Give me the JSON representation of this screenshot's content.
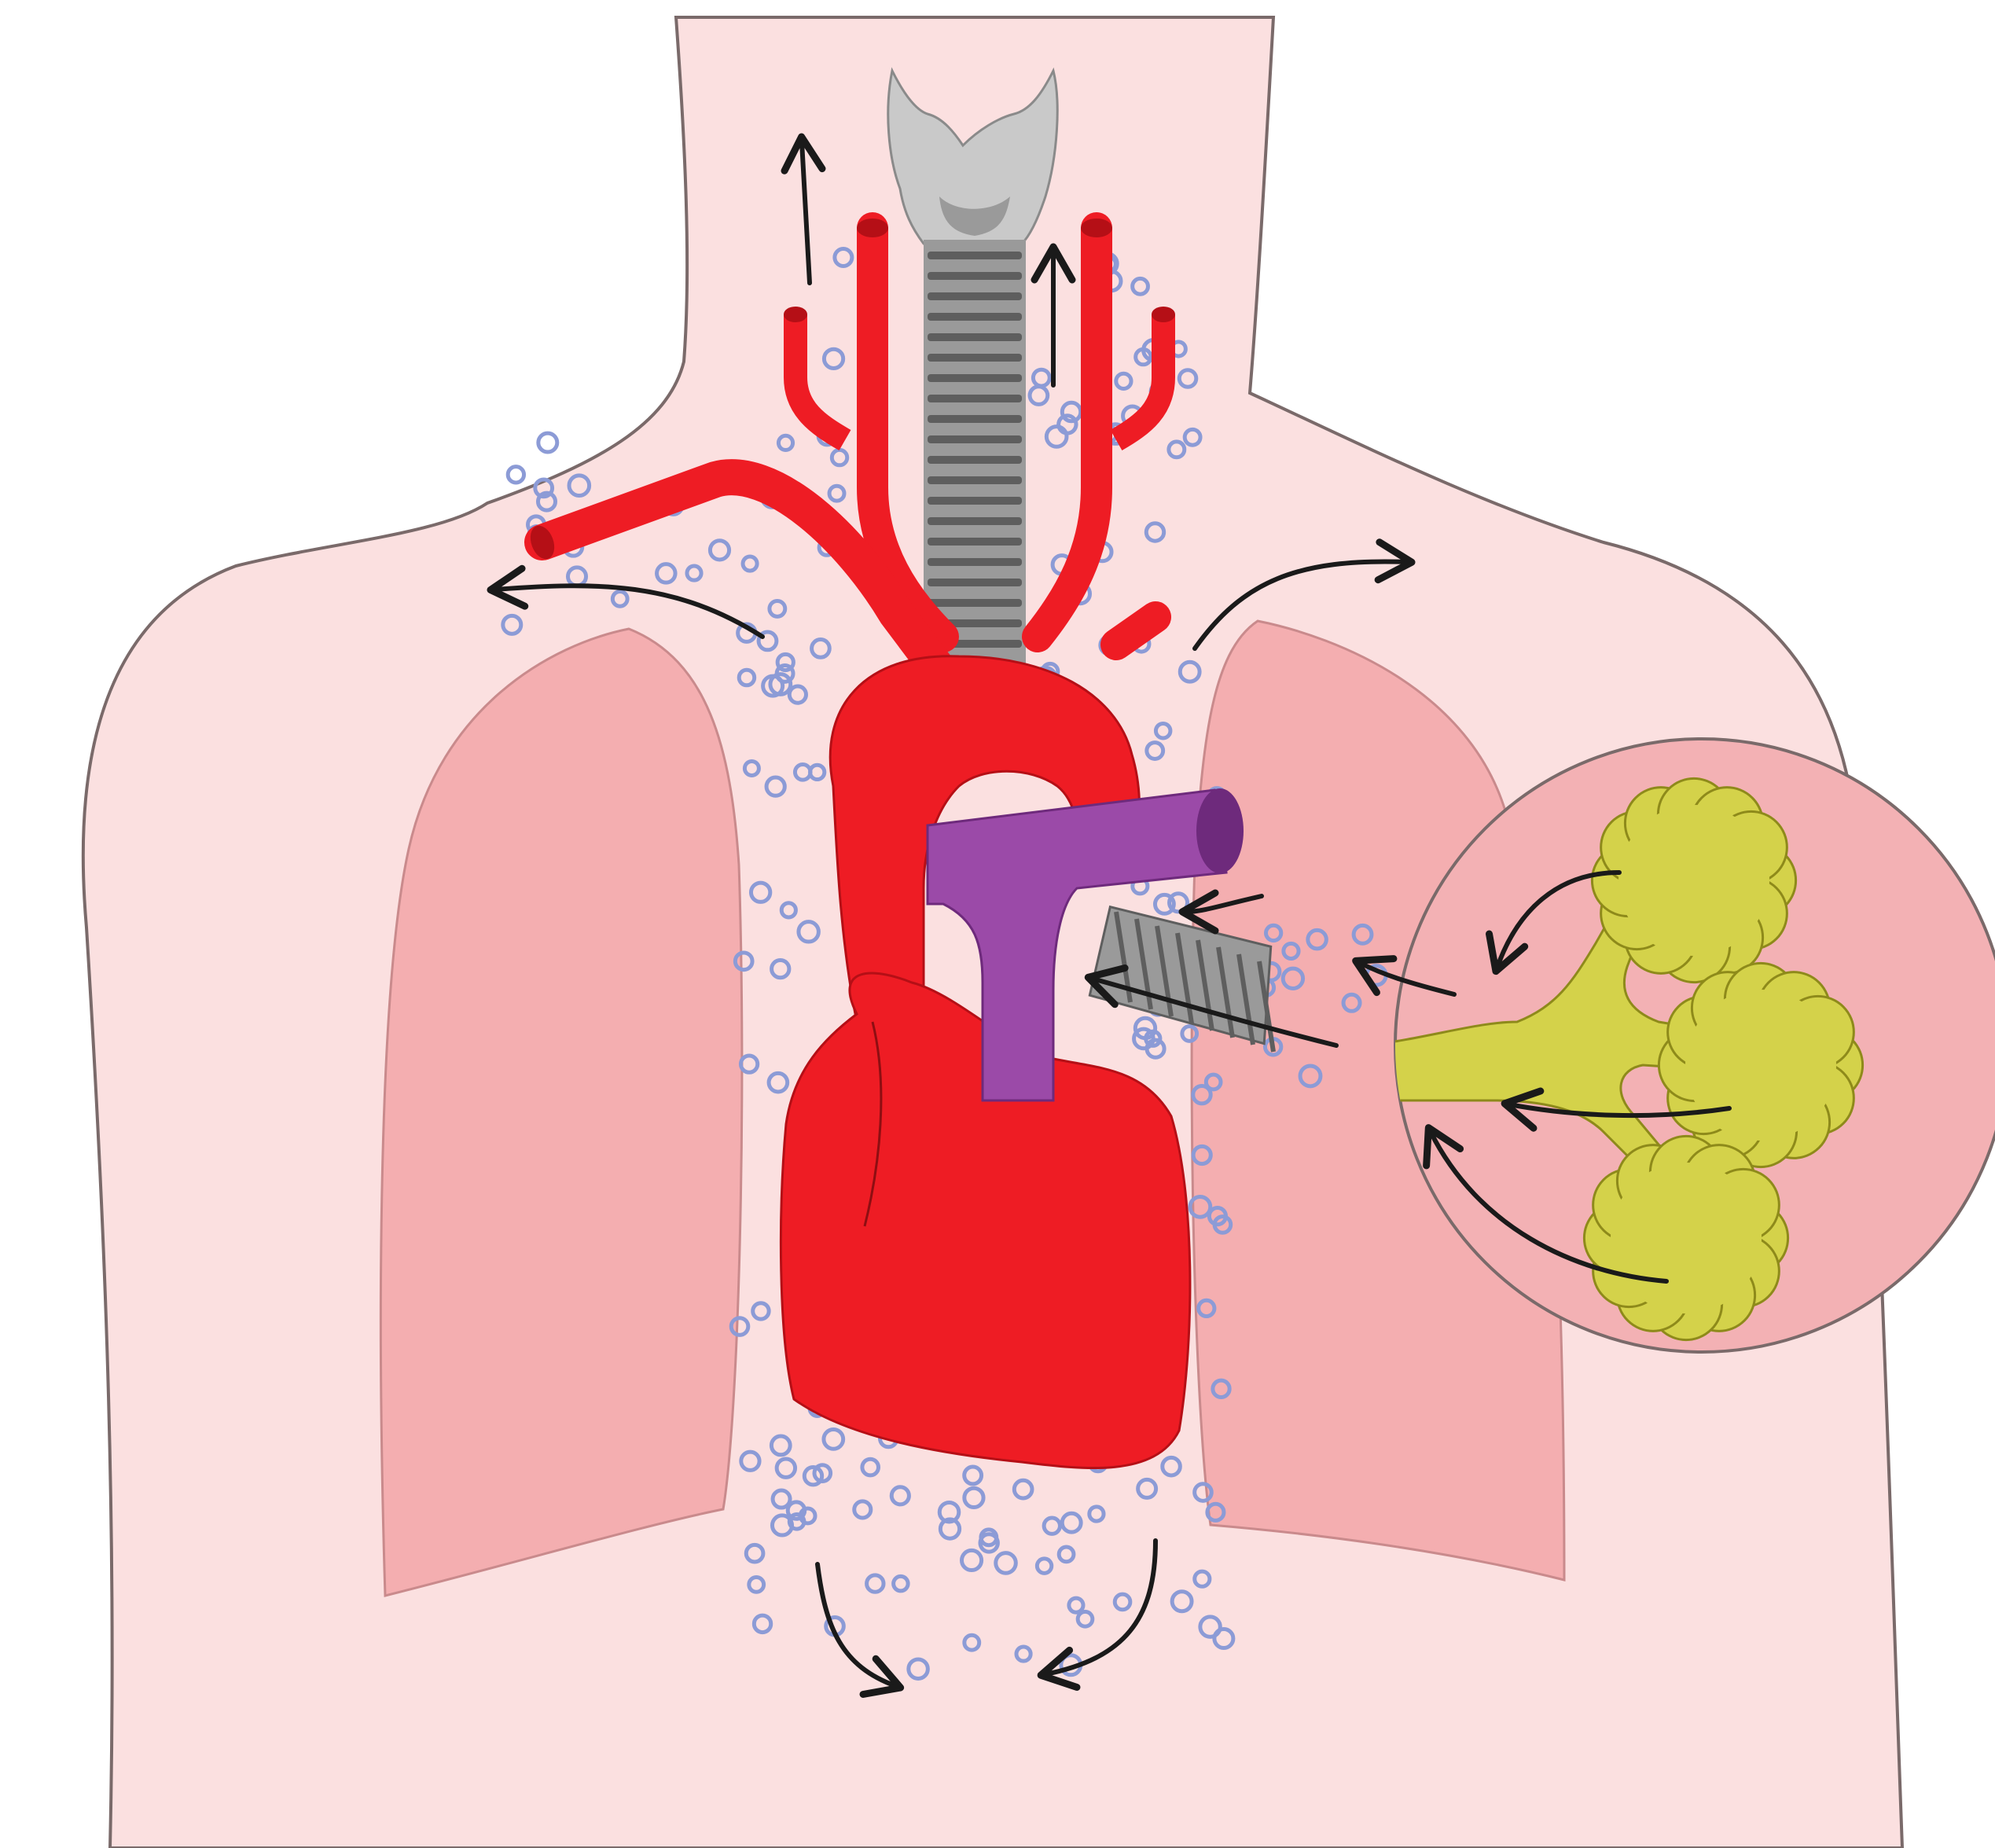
{
  "diagram": {
    "labels": [],
    "colors": {
      "skin": "#fbe0e0",
      "body_outline": "#7a6a6a",
      "lung": "#f4aeb0",
      "lung_outline": "#c98a8c",
      "artery": "#ee1c24",
      "artery_dark": "#b50f16",
      "pulmonary_artery": "#9b4aa8",
      "pulmonary_artery_dark": "#6e2a7c",
      "trachea": "#9a9a9a",
      "trachea_ring": "#5e5e5e",
      "larynx": "#c9c9c9",
      "alveoli": "#d4d24a",
      "alveoli_outline": "#8e8a1a",
      "air_bubble": "#8c9bd6",
      "inset_circle": "#f3b1b4",
      "arrow": "#1a1a1a"
    },
    "structures": [
      "torso-outline",
      "neck",
      "left-lung",
      "right-lung",
      "larynx",
      "trachea",
      "heart",
      "aortic-arch",
      "common-carotid-arteries",
      "subclavian-artery",
      "pulmonary-trunk",
      "bronchus",
      "alveoli-inset",
      "air-bubbles",
      "spread-arrows"
    ],
    "arrow_directions": [
      "up-neck-left",
      "up-neck-right",
      "left-shoulder",
      "right-shoulder",
      "down-left",
      "down-right",
      "alveoli-to-bronchus-1",
      "alveoli-to-bronchus-2",
      "alveoli-to-bronchus-3",
      "bronchus-to-mediastinum-1",
      "bronchus-to-mediastinum-2"
    ]
  }
}
